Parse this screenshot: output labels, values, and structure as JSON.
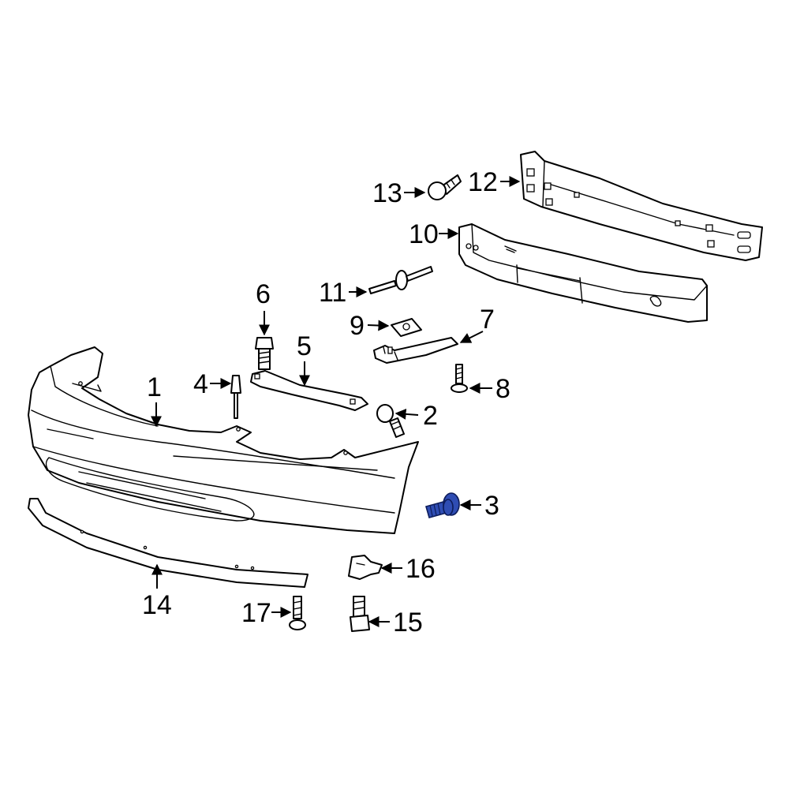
{
  "diagram": {
    "callouts": {
      "c1": "1",
      "c2": "2",
      "c3": "3",
      "c4": "4",
      "c5": "5",
      "c6": "6",
      "c7": "7",
      "c8": "8",
      "c9": "9",
      "c10": "10",
      "c11": "11",
      "c12": "12",
      "c13": "13",
      "c14": "14",
      "c15": "15",
      "c16": "16",
      "c17": "17"
    },
    "highlight": {
      "part_number": "3",
      "fill_color": "#2f4db3",
      "stroke_color": "#0d1c5a"
    }
  }
}
